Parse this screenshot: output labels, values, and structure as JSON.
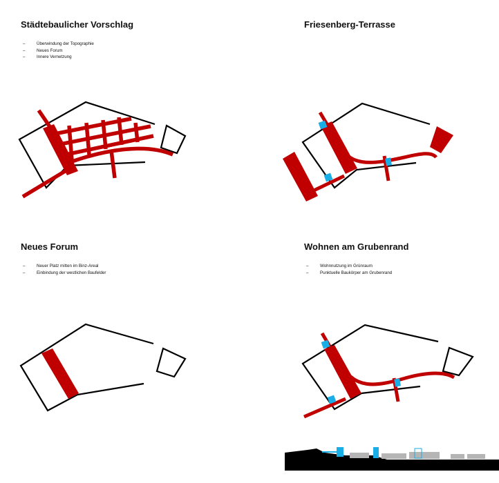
{
  "panels": [
    {
      "title": "Städtebaulicher Vorschlag",
      "bullets": [
        "Überwindung der Topographie",
        "Neues Forum",
        "Innere Vernetzung"
      ]
    },
    {
      "title": "Friesenberg-Terrasse",
      "bullets": []
    },
    {
      "title": "Neues Forum",
      "bullets": [
        "Neuer Platz mitten im Binz-Areal",
        "Einbindung der westlichen Baufelder"
      ]
    },
    {
      "title": "Wohnen am Grubenrand",
      "bullets": [
        "Wohnnutzung im Grünraum",
        "Punktuelle Baukörper am Grubenrand"
      ]
    }
  ],
  "colors": {
    "route_red": "#c00000",
    "building_blue": "#1aaee6",
    "outline": "#000000",
    "section_gray": "#b5b5b5"
  }
}
